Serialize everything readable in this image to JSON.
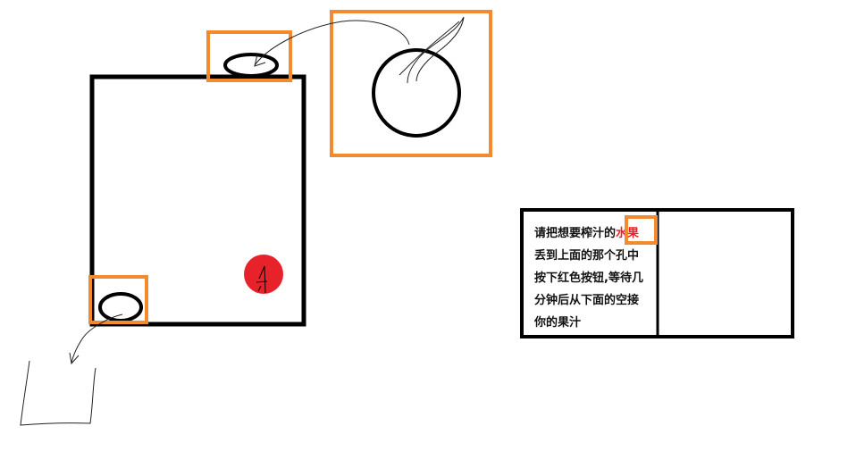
{
  "colors": {
    "outline": "#000000",
    "highlight_box": "#f28a30",
    "button": "#e8222a",
    "highlight_text": "#e8222a",
    "background": "#ffffff"
  },
  "instructions": {
    "line1_prefix": "请把想要榨汁的",
    "line1_highlight": "水果",
    "line2": "丢到上面的那个孔中",
    "line3": "按下红色按钮,等待几",
    "line4": "分钟后从下面的空接",
    "line5": "你的果汁"
  }
}
